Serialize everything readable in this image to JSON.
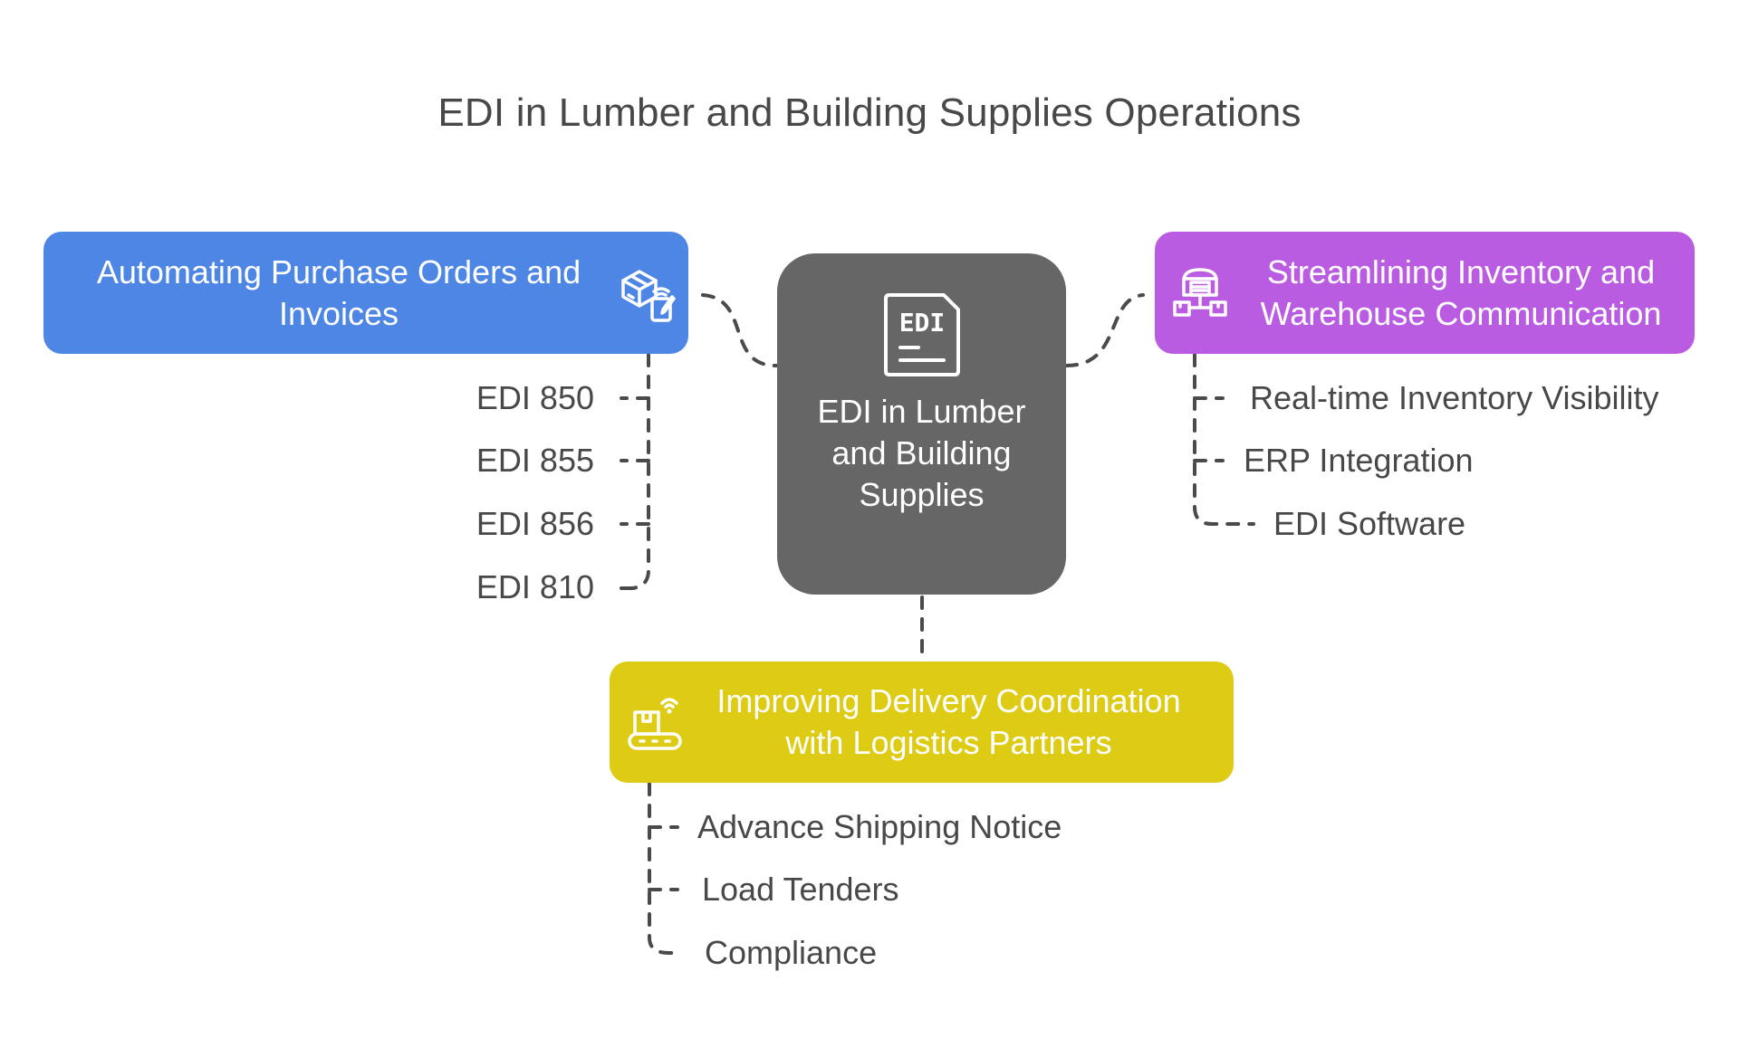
{
  "title": "EDI in Lumber and Building Supplies Operations",
  "center": {
    "label": "EDI in Lumber and Building Supplies",
    "icon": "edi-document-icon",
    "icon_text": "EDI",
    "color": "#666666"
  },
  "branches": [
    {
      "id": "left",
      "label": "Automating Purchase Orders and Invoices",
      "icon": "package-tablet-icon",
      "color": "#4D86E4",
      "items": [
        "EDI 850",
        "EDI 855",
        "EDI 856",
        "EDI 810"
      ]
    },
    {
      "id": "right",
      "label": "Streamlining Inventory and Warehouse Communication",
      "icon": "warehouse-network-icon",
      "color": "#B95CE2",
      "items": [
        "Real-time Inventory Visibility",
        "ERP Integration",
        "EDI Software"
      ]
    },
    {
      "id": "bottom",
      "label": "Improving Delivery Coordination with Logistics Partners",
      "icon": "conveyor-wifi-icon",
      "color": "#DDCB14",
      "items": [
        "Advance Shipping Notice",
        "Load Tenders",
        "Compliance"
      ]
    }
  ],
  "connector_color": "#4A4A4A"
}
